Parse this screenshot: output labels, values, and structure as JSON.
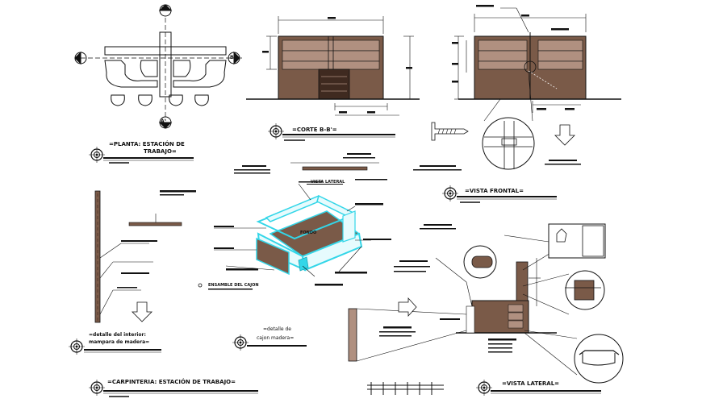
{
  "sheet": {
    "colors": {
      "wood": "#7a5a48",
      "wood_light": "#b09080",
      "wood_dark": "#3f2a20",
      "cyan": "#33d6e8",
      "line": "#111111"
    }
  },
  "titles": {
    "planta_line1": "=PLANTA: ESTACIÓN DE",
    "planta_line2": "TRABAJO=",
    "corte": "=CORTE B-B'=",
    "vista_frontal": "=VISTA FRONTAL=",
    "detalle_interior_line1": "=detalle del interior:",
    "detalle_interior_line2": "mampara de madera=",
    "detalle_cajon_line1": "=detalle de",
    "detalle_cajon_line2": "cajon madera=",
    "carpinteria": "=CARPINTERIA: ESTACIÓN DE TRABAJO=",
    "vista_lateral": "=VISTA LATERAL="
  },
  "labels": {
    "vista_lateral_small": "VISTA LATERAL",
    "fondo": "FONDO",
    "section_a": "A",
    "section_a_prime": "A'",
    "section_b": "B",
    "section_b_prime": "B'",
    "cajon_note": "ENSAMBLE DEL CAJON"
  },
  "icons": [
    "section-marker-icon",
    "arrow-down-icon",
    "arrow-right-icon",
    "screw-icon",
    "handle-icon"
  ]
}
